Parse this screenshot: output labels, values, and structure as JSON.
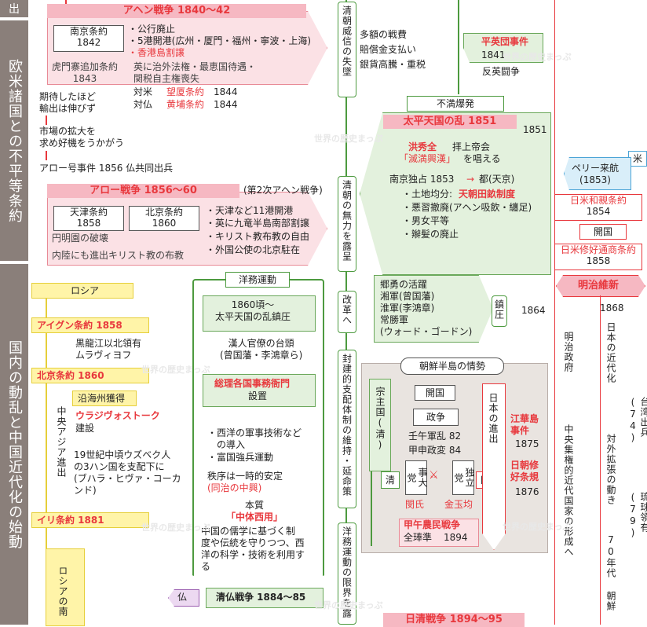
{
  "sidebar": {
    "top": "出",
    "mid": "欧米諸国との不平等条約",
    "bottom": "国内の動乱と中国近代化の始動"
  },
  "opium": {
    "header": "アヘン戦争 1840～42",
    "nanjing": "南京条約\n1842",
    "nanjing_terms": [
      "・公行廃止",
      "・5港開港(広州・厦門・福州・寧波・上海)",
      "・香港島割譲"
    ],
    "humen": "虎門寨追加条約\n1843",
    "humen_terms": "英に治外法権・最恵国待遇・\n関税自主権喪失",
    "us_label": "対米",
    "us_treaty": "望厦条約",
    "us_year": "1844",
    "fr_label": "対仏",
    "fr_treaty": "黄埔条約",
    "fr_year": "1844",
    "note1": "期待したほど\n輸出は伸びず",
    "note2": "市場の拡大を\n求め好機をうかがう",
    "arrow_event": "アロー号事件 1856 仏共同出兵"
  },
  "arrow": {
    "header": "アロー戦争 1856～60",
    "subtitle": "(第2次アヘン戦争)",
    "tianjin": "天津条約\n1858",
    "beijing": "北京条約\n1860",
    "terms": [
      "・天津など11港開港",
      "・英に九竜半島南部割譲",
      "・キリスト教布教の自由",
      "・外国公使の北京駐在"
    ],
    "yuanming": "円明園の破壊",
    "inland": "内陸にも進出キリスト教の布教"
  },
  "qing_prestige": {
    "vertical": "清朝威信の失墜",
    "items": [
      "多額の戦費",
      "賠償金支払い",
      "銀貨高騰・重税"
    ]
  },
  "pingying": {
    "title": "平英団事件",
    "year": "1841",
    "note": "反英闘争"
  },
  "taiping": {
    "discontent": "不満爆発",
    "header": "太平天国の乱 1851",
    "year_right": "1851",
    "hong": "洪秀全",
    "hong_rest": "拝上帝会",
    "slogan": "「滅満興漢」",
    "slogan_rest": "を唱える",
    "nanjing_line": "南京独占 1853",
    "capital": "都(天京)",
    "policies": [
      "・土地均分:",
      "・悪習撤廃(アヘン吸飲・纏足)",
      "・男女平等",
      "・辮髪の廃止"
    ],
    "land_system": "天朝田畝制度",
    "vertical": "清朝の無力を露呈"
  },
  "militia": {
    "items": [
      "郷勇の活躍",
      "湘軍(曾国藩)",
      "淮軍(李鴻章)",
      "常勝軍",
      "(ウォード・ゴードン)"
    ],
    "suppress": "鎮圧",
    "year": "1864",
    "reform": "改革へ"
  },
  "japan": {
    "us_tag": "米",
    "perry": "ペリー来航\n(1853)",
    "kanagawa": "日米和親条約",
    "kanagawa_year": "1854",
    "open": "開国",
    "commerce": "日米修好通商条約",
    "commerce_year": "1858",
    "meiji": "明治維新",
    "meiji_year": "1868",
    "govt": "明治政府",
    "modern": "日本の近代化",
    "central": "中央集権的近代国家の形成へ",
    "expansion": "対外拡張の動き",
    "seventies": "70年代",
    "taiwan": "台湾出兵\n(74)",
    "ryukyu": "琉球領有\n(79)",
    "korea_v": "朝鮮"
  },
  "russia": {
    "label": "ロシア",
    "aigun": "アイグン条約 1858",
    "aigun_note": "黒龍江以北領有\nムラヴィヨフ",
    "beijing": "北京条約 1860",
    "primorsky": "沿海州獲得",
    "central_asia": "中央アジア進出",
    "vladivostok": "ウラジヴォストーク",
    "build": "建設",
    "uzbek": "19世紀中頃ウズベク人\nの3ハン国を支配下に\n(ブハラ・ヒヴァ・コーカ\nンド)",
    "ili": "イリ条約 1881",
    "south": "ロシアの南"
  },
  "yangwu": {
    "header": "洋務運動",
    "around": "1860頃～\n太平天国の乱鎮圧",
    "bureaucrats": "漢人官僚の台頭\n(曾国藩・李鴻章ら)",
    "zongli": "総理各国事務衙門",
    "established": "設置",
    "tech": "・西洋の軍事技術など\n　の導入",
    "army": "・富国強兵運動",
    "order": "秩序は一時的安定",
    "tongzhi": "(同治の中興)",
    "essence": "本質",
    "zhongti": "「中体西用」",
    "desc": "中国の儒学に基づく制\n度や伝統を守りつつ、西\n洋の科学・技術を利用す\nる",
    "limit": "洋務運動の限界を露",
    "feudal": "封建的支配体制の維持・延命策",
    "fr_tag": "仏",
    "sino_fr": "清仏戦争 1884～85"
  },
  "korea": {
    "header": "朝鮮半島の情勢",
    "open": "開国",
    "strife": "政争",
    "suzerain": "宗主国(清)",
    "renwu": "壬午軍乱 82",
    "jiashen": "甲申政変 84",
    "qing": "清",
    "sadae": "事大党",
    "indep": "独立党",
    "min": "閔氏",
    "kim": "金玉均",
    "japan_tag": "日",
    "japan_adv": "日本の進出",
    "ganghwa": "江華島\n事件",
    "ganghwa_year": "1875",
    "treaty": "日朝修\n好条規",
    "treaty_year": "1876",
    "donghak": "甲午農民戦争",
    "jeon": "全琫準",
    "donghak_year": "1894",
    "sino_jp": "日清戦争 1894～95"
  },
  "watermark": "世界の歴史まっぷ",
  "colors": {
    "red": "#e8383d",
    "pink": "#fbe1e5",
    "green": "#4d9a3f",
    "yellow": "#fff4a8",
    "gray": "#8a7f7a"
  }
}
